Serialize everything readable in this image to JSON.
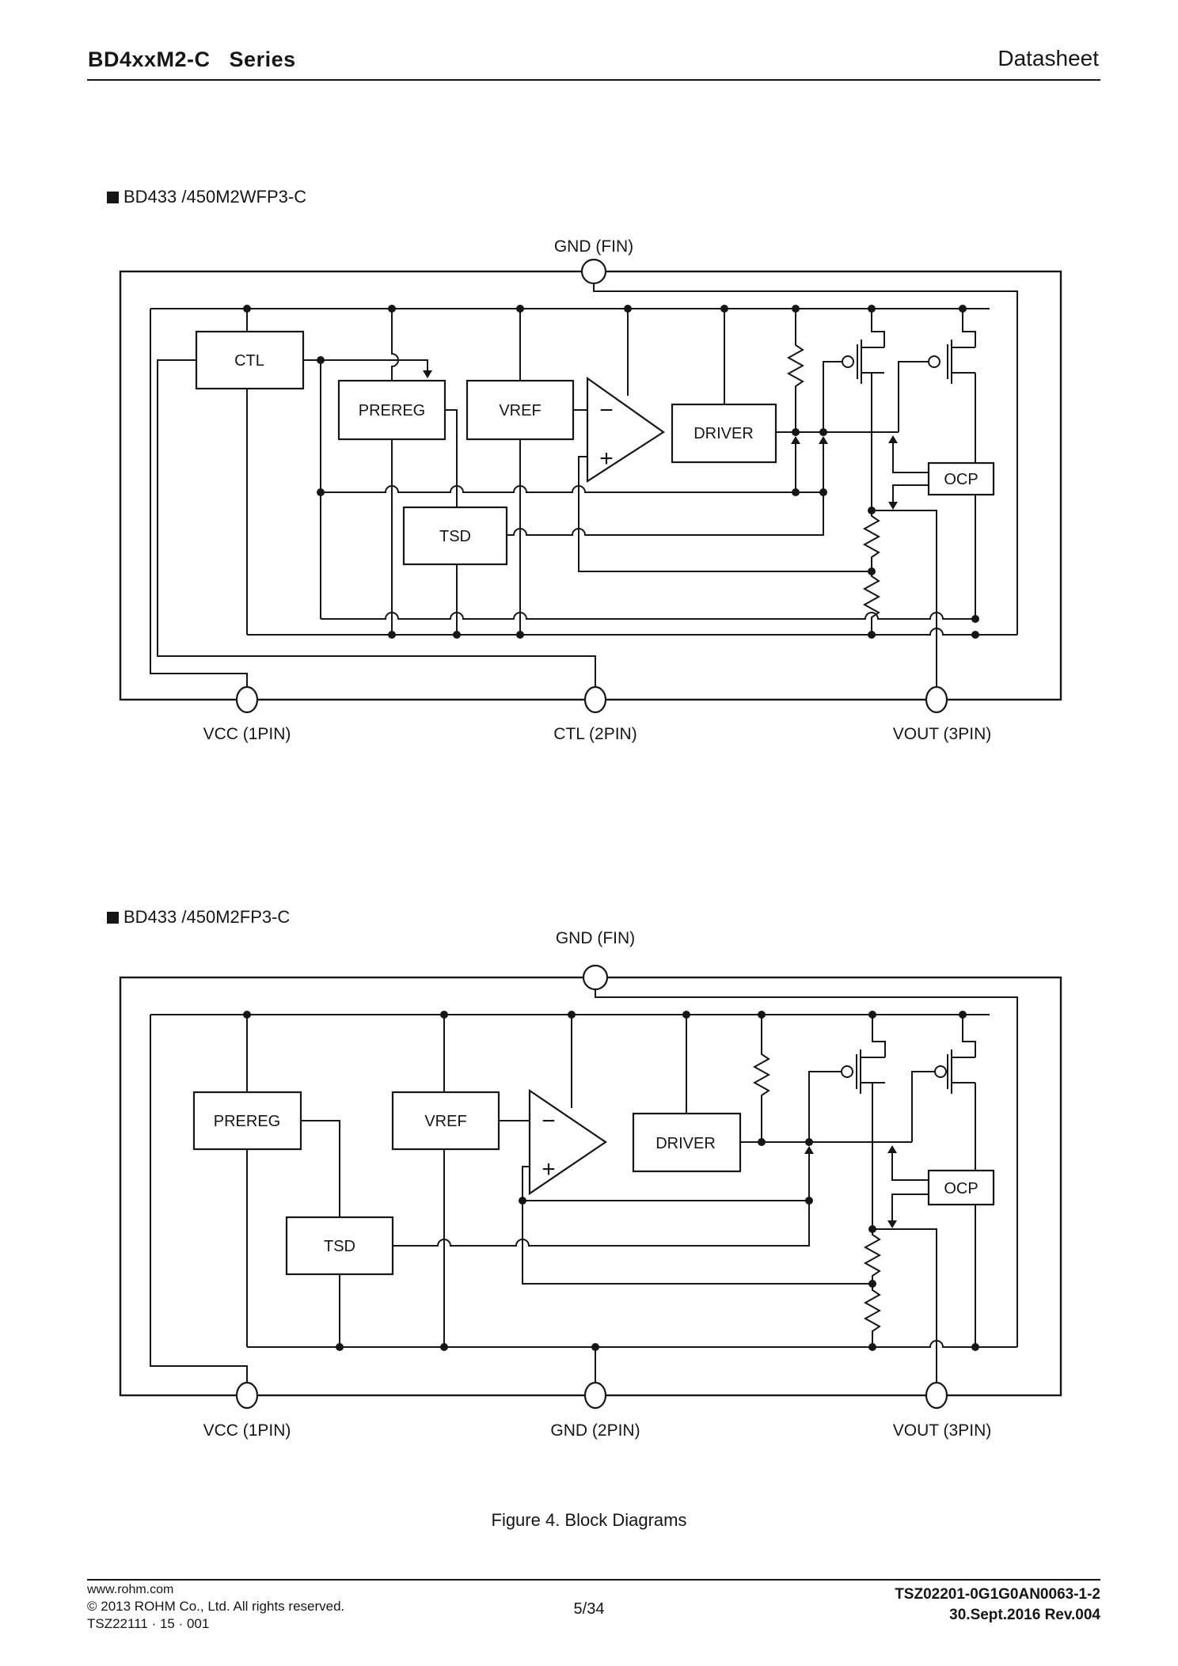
{
  "header": {
    "title": "BD4xxM2-C   Series",
    "doc_type": "Datasheet"
  },
  "sections": {
    "first": "BD433 /450M2WFP3-C",
    "second": "BD433 /450M2FP3-C"
  },
  "diagram1": {
    "top_pin": "GND (FIN)",
    "blocks": {
      "ctl": "CTL",
      "prereg": "PREREG",
      "vref": "VREF",
      "tsd": "TSD",
      "driver": "DRIVER",
      "ocp": "OCP"
    },
    "comparator": {
      "minus": "−",
      "plus": "+"
    },
    "pins": {
      "pin1": "VCC (1PIN)",
      "pin2": "CTL (2PIN)",
      "pin3": "VOUT (3PIN)"
    }
  },
  "diagram2": {
    "top_pin": "GND (FIN)",
    "blocks": {
      "prereg": "PREREG",
      "vref": "VREF",
      "tsd": "TSD",
      "driver": "DRIVER",
      "ocp": "OCP"
    },
    "comparator": {
      "minus": "−",
      "plus": "+"
    },
    "pins": {
      "pin1": "VCC (1PIN)",
      "pin2": "GND (2PIN)",
      "pin3": "VOUT (3PIN)"
    }
  },
  "caption": "Figure 4. Block Diagrams",
  "footer": {
    "website": "www.rohm.com",
    "copyright": "© 2013 ROHM Co., Ltd. All rights reserved.",
    "doc_code": "TSZ22111 · 15 · 001",
    "page": "5/34",
    "doc_number": "TSZ02201-0G1G0AN0063-1-2",
    "revision": "30.Sept.2016 Rev.004"
  }
}
